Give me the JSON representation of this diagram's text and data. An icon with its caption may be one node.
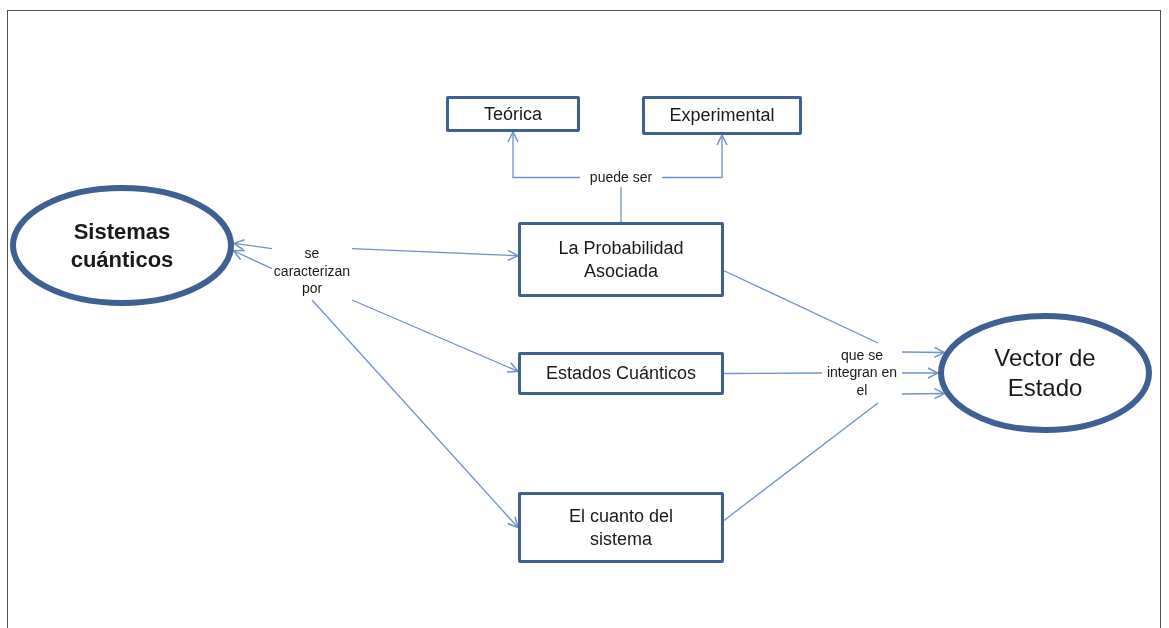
{
  "diagram": {
    "nodes": [
      {
        "text": [
          "Sistemas cuánticos"
        ]
      },
      {
        "text": [
          "Teórica"
        ]
      },
      {
        "text": [
          "Experimental"
        ]
      },
      {
        "text": [
          "puede ser"
        ]
      },
      {
        "text": [
          "La Probabilidad Asociada"
        ]
      },
      {
        "text": [
          "se caracterizan por"
        ]
      },
      {
        "text": [
          "Estados Cuánticos"
        ]
      },
      {
        "text": [
          "El cuanto del sistema"
        ]
      },
      {
        "text": [
          "que se integran en el"
        ]
      },
      {
        "text": [
          "Vector de Estado"
        ]
      }
    ],
    "edges": [
      {
        "from": 5,
        "to": 0,
        "arrow": "to"
      },
      {
        "from": 5,
        "to": 0,
        "arrow": "to"
      },
      {
        "from": 5,
        "to": 4,
        "arrow": "to"
      },
      {
        "from": 5,
        "to": 6,
        "arrow": "to"
      },
      {
        "from": 5,
        "to": 7,
        "arrow": "to"
      },
      {
        "from": 4,
        "to": 3,
        "arrow": "none"
      },
      {
        "from": 3,
        "to": 1,
        "arrow": "to"
      },
      {
        "from": 3,
        "to": 2,
        "arrow": "to"
      },
      {
        "from": 4,
        "to": 8,
        "arrow": "none"
      },
      {
        "from": 6,
        "to": 8,
        "arrow": "none"
      },
      {
        "from": 7,
        "to": 8,
        "arrow": "none"
      },
      {
        "from": 8,
        "to": 9,
        "arrow": "to"
      },
      {
        "from": 8,
        "to": 9,
        "arrow": "to"
      },
      {
        "from": 8,
        "to": 9,
        "arrow": "to"
      }
    ]
  }
}
